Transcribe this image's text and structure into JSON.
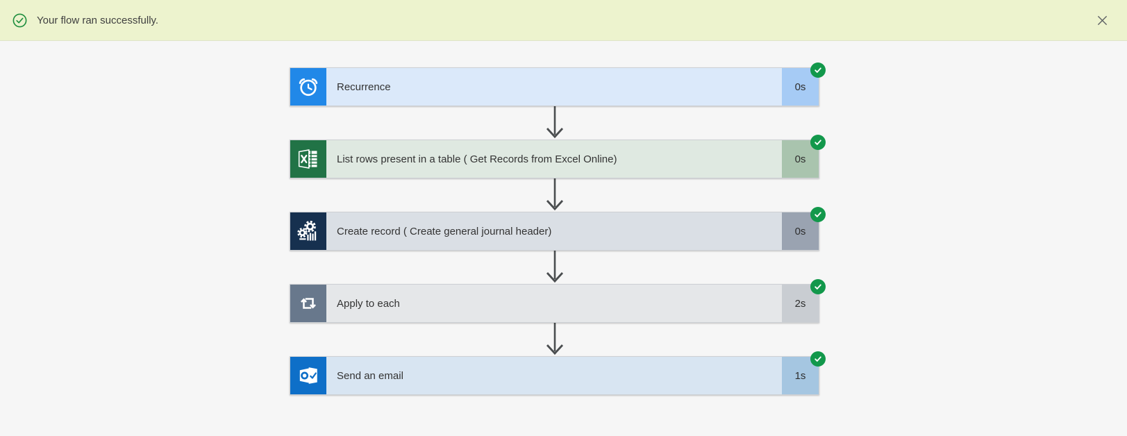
{
  "banner": {
    "message": "Your flow ran successfully.",
    "background": "#edf3ce",
    "check_color": "#1e8e3e",
    "icons": {
      "status": "check-circle-icon",
      "close": "close-icon"
    }
  },
  "flow": {
    "arrow_color": "#4a4d4f",
    "badge_color": "#12984b",
    "steps": [
      {
        "label": "Recurrence",
        "duration": "0s",
        "status": "Succeeded",
        "icon": "recurrence-clock-icon",
        "colors": {
          "icon_bg": "#2188e8",
          "body_bg": "#dbe9fa",
          "duration_bg": "#a6cbf5"
        }
      },
      {
        "label": "List rows present in a table ( Get Records from Excel Online)",
        "duration": "0s",
        "status": "Succeeded",
        "icon": "excel-icon",
        "colors": {
          "icon_bg": "#217346",
          "body_bg": "#dfe9e1",
          "duration_bg": "#a9c4ae"
        }
      },
      {
        "label": "Create record ( Create general journal header)",
        "duration": "0s",
        "status": "Succeeded",
        "icon": "dynamics-gears-icon",
        "colors": {
          "icon_bg": "#16304f",
          "body_bg": "#dadfe5",
          "duration_bg": "#9aa3b1"
        }
      },
      {
        "label": "Apply to each",
        "duration": "2s",
        "status": "Succeeded",
        "icon": "apply-to-each-loop-icon",
        "colors": {
          "icon_bg": "#68788c",
          "body_bg": "#e5e7e9",
          "duration_bg": "#c9cdd2"
        }
      },
      {
        "label": "Send an email",
        "duration": "1s",
        "status": "Succeeded",
        "icon": "outlook-icon",
        "colors": {
          "icon_bg": "#0e6fc8",
          "body_bg": "#d8e5f2",
          "duration_bg": "#a5c6e1"
        }
      }
    ]
  }
}
